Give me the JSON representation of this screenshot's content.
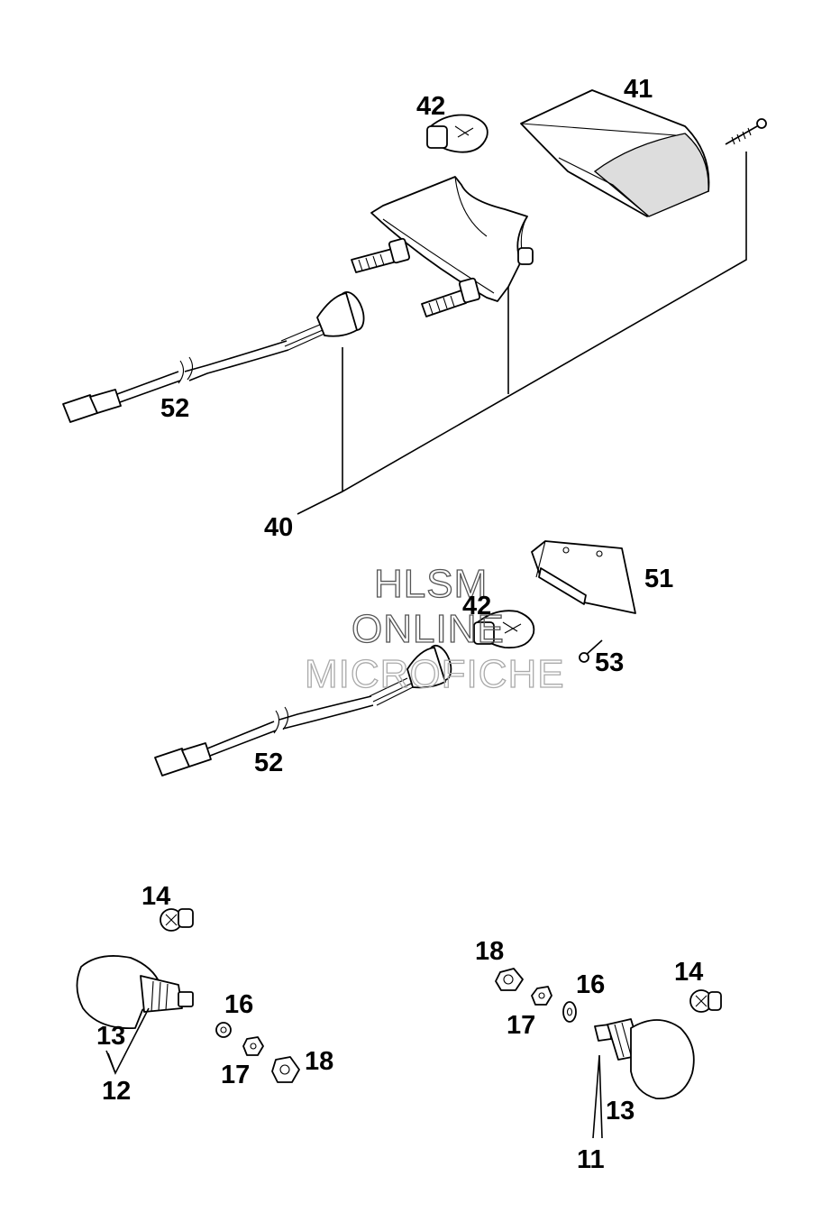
{
  "callouts": {
    "c40": "40",
    "c41": "41",
    "c42_top": "42",
    "c52_top": "52",
    "c51": "51",
    "c42_mid": "42",
    "c53": "53",
    "c52_mid": "52",
    "c14_left": "14",
    "c13_left": "13",
    "c12": "12",
    "c16_left": "16",
    "c17_left": "17",
    "c18_left": "18",
    "c18_right": "18",
    "c17_right": "17",
    "c16_right": "16",
    "c14_right": "14",
    "c13_right": "13",
    "c11": "11"
  },
  "watermark": {
    "line1": "HLSM",
    "line2": "ONLINE",
    "line3": "MICROFICHE"
  }
}
